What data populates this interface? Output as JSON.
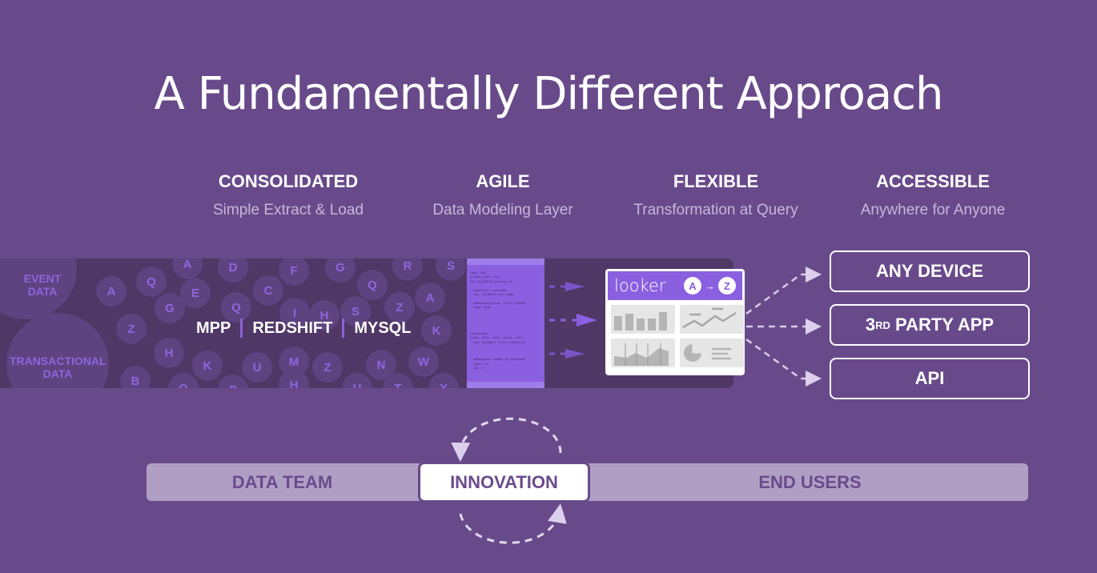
{
  "title": "A Fundamentally Different Approach",
  "columns": [
    {
      "heading": "CONSOLIDATED",
      "sub": "Simple Extract & Load"
    },
    {
      "heading": "AGILE",
      "sub": "Data Modeling Layer"
    },
    {
      "heading": "FLEXIBLE",
      "sub": "Transformation at Query"
    },
    {
      "heading": "ACCESSIBLE",
      "sub": "Anywhere for Anyone"
    }
  ],
  "sources": {
    "event": "EVENT DATA",
    "transactional": "TRANSACTIONAL DATA"
  },
  "letters": [
    "A",
    "Q",
    "A",
    "D",
    "F",
    "G",
    "R",
    "S",
    "E",
    "C",
    "Q",
    "G",
    "Q",
    "H",
    "S",
    "Z",
    "A",
    "Z",
    "I",
    "K",
    "H",
    "K",
    "U",
    "M",
    "Z",
    "N",
    "W",
    "B",
    "Q",
    "P",
    "H",
    "U",
    "T",
    "X"
  ],
  "databases": [
    "MPP",
    "REDSHIFT",
    "MYSQL"
  ],
  "code": "type: int\nprimary_key: true\nsql: ${TABLE}.session_id\n\n- dimension: username\n  sql: ${TABLE}.user_name\n\n- dimension_group: first_created\n  type: time\n\n\n\n\n\ntimeframes:\n[time, date, week, month, year]\n  sql: ${TABLE}.first_created_at\n\n\n\n- dimension: number_of_purchases\n  type: int\n  sql: $",
  "looker": {
    "logo": "looker",
    "from": "A",
    "to": "Z"
  },
  "outputs": {
    "device": "ANY DEVICE",
    "party_num": "3",
    "party_sup": "RD",
    "party_rest": " PARTY APP",
    "api": "API"
  },
  "bottom": {
    "data_team": "DATA TEAM",
    "innovation": "INNOVATION",
    "end_users": "END USERS"
  },
  "colors": {
    "background": "#684a8a",
    "band": "#4f3766",
    "accent": "#8a5fe0"
  }
}
